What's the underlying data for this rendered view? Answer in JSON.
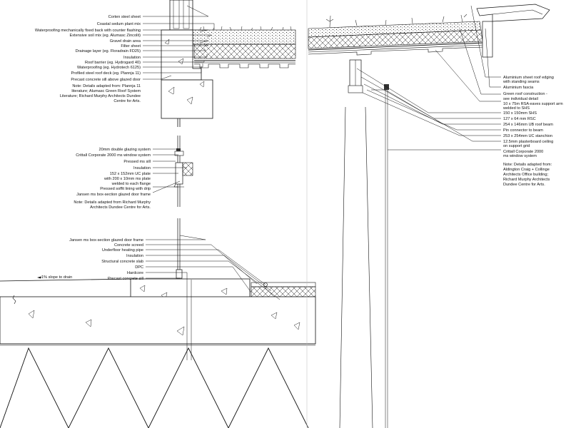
{
  "roof_section_labels": [
    "Corten steel sheet",
    "Coastal sedum plant mix",
    "Waterproofing mechanically fixed back with counter flashing",
    "Extensive soil mix (eg. Alumasc Zincolit)",
    "Gravel drain area",
    "Filter sheet",
    "Drainage layer (eg. Floradrain FD25)",
    "Insulation",
    "Roof barrier (eg. Hydrogard 40)",
    "Waterproofing (eg. Hydrotech 6125)",
    "Profiled steel roof deck (eg. Plannja 11)",
    "Precast concrete sill above glazed door"
  ],
  "roof_section_note": [
    "Note: Details adapted from: Plannja 11",
    "literature; Alumasc Green Roof System",
    "Literature; Richard Murphy Architects Dundee",
    "Centre for Arts."
  ],
  "window_section_labels": [
    "20mm double glazing system",
    "Crittall Corporate 2000 ms window system",
    "Pressed ms sill",
    "Insulation",
    "152 x 152mm UC plate",
    "with 200 x 10mm ms plate",
    "welded to each flange",
    "Pressed soffit lining with drip",
    "Jansen ms box-section glazed door frame"
  ],
  "window_section_note": [
    "Note: Details adapted from Richard Murphy",
    "Architects Dundee Centre for Arts."
  ],
  "floor_section_labels": [
    "Jansen ms box-section glazed door frame",
    "Concrete screed",
    "Underfloor heating pipe",
    "Insulation",
    "Structural concrete slab",
    "DPC",
    "Hardcore",
    "Precast concrete sill"
  ],
  "slope_label": "1% slope to drain",
  "eaves_section_labels": [
    "Aluminium sheet roof edging",
    "with standing seams",
    "Aluminium fascia",
    "Green roof construction -",
    "see individual detail",
    "10 x 75m RSA eaves support arm",
    "welded to SHS",
    "150 x 150mm SHS",
    "127 x 64 mm RSC",
    "254 x 146mm UB roof beam",
    "Pin connector to beam",
    "253 x 254mm UC stanchion",
    "12.5mm plasterboard ceiling",
    "on support grid",
    "Crittall Corporate 2000",
    "ms window system"
  ],
  "eaves_section_note": [
    "Note: Details adapted from:",
    "Aldington Craig + Collinge",
    "Architects Office building;",
    "Richard Murphy Architects",
    "Dundee Centre for Arts."
  ]
}
